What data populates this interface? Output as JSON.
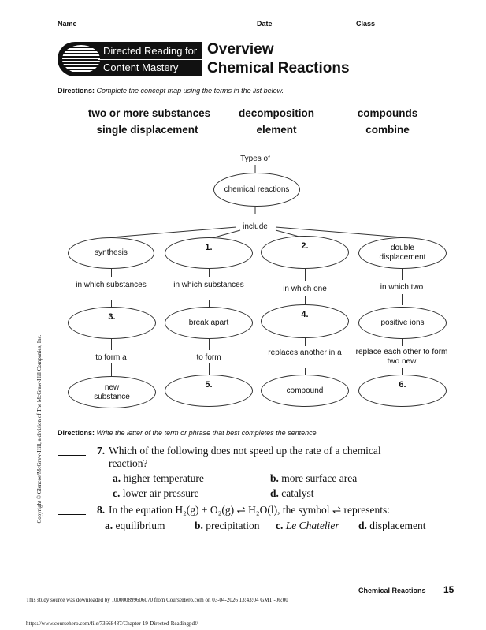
{
  "header": {
    "name_label": "Name",
    "date_label": "Date",
    "class_label": "Class"
  },
  "banner": {
    "line1": "Directed Reading for",
    "line2": "Content Mastery"
  },
  "title": {
    "line1": "Overview",
    "line2": "Chemical Reactions"
  },
  "directions1": {
    "label": "Directions:",
    "text": "Complete the concept map using the terms in the list below."
  },
  "terms": [
    "two or more substances",
    "decomposition",
    "compounds",
    "single displacement",
    "element",
    "combine"
  ],
  "map": {
    "types_of": "Types of",
    "root": "chemical reactions",
    "include": "include",
    "row1": [
      "synthesis",
      "1.",
      "2.",
      "double displacement"
    ],
    "link1": [
      "in which substances",
      "in which substances",
      "in which one",
      "in which two"
    ],
    "row2": [
      "3.",
      "break apart",
      "4.",
      "positive ions"
    ],
    "link2": [
      "to form a",
      "to form",
      "replaces another in a",
      "replace each other to form two new"
    ],
    "row3": [
      "new substance",
      "5.",
      "compound",
      "6."
    ]
  },
  "directions2": {
    "label": "Directions:",
    "text": "Write the letter of the term or phrase that best completes the sentence."
  },
  "q7": {
    "num": "7.",
    "text": "Which of the following does not speed up the rate of a chemical",
    "text2": "reaction?",
    "a": "higher temperature",
    "b": "more surface area",
    "c": "lower air pressure",
    "d": "catalyst"
  },
  "q8": {
    "num": "8.",
    "text": "In the equation H₂(g) + O₂(g) ⇌ H₂O(l), the symbol ⇌ represents:",
    "a": "equilibrium",
    "b": "precipitation",
    "c": "Le Chatelier",
    "d": "displacement"
  },
  "footer": {
    "chapter": "Chemical Reactions",
    "page": "15",
    "source": "This study source was downloaded by 100000899606070 from CourseHero.com on 03-04-2026 13:43:04 GMT -06:00",
    "url": "https://www.coursehero.com/file/73668487/Chapter-19-Directed-Readingpdf/",
    "copyright": "Copyright © Glencoe/McGraw-Hill, a division of The McGraw-Hill Companies, Inc."
  }
}
